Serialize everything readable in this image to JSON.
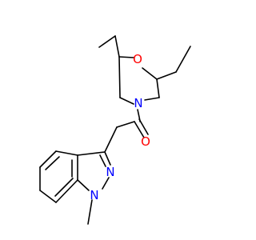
{
  "molecule": {
    "atoms": {
      "O_ring": "O",
      "N_morph": "N",
      "O_carbonyl": "O",
      "N2_indazole": "N",
      "N1_indazole": "N"
    },
    "colors": {
      "oxygen": "#ff0000",
      "nitrogen": "#0000ff",
      "carbon": "#000000",
      "background": "#ffffff"
    }
  }
}
